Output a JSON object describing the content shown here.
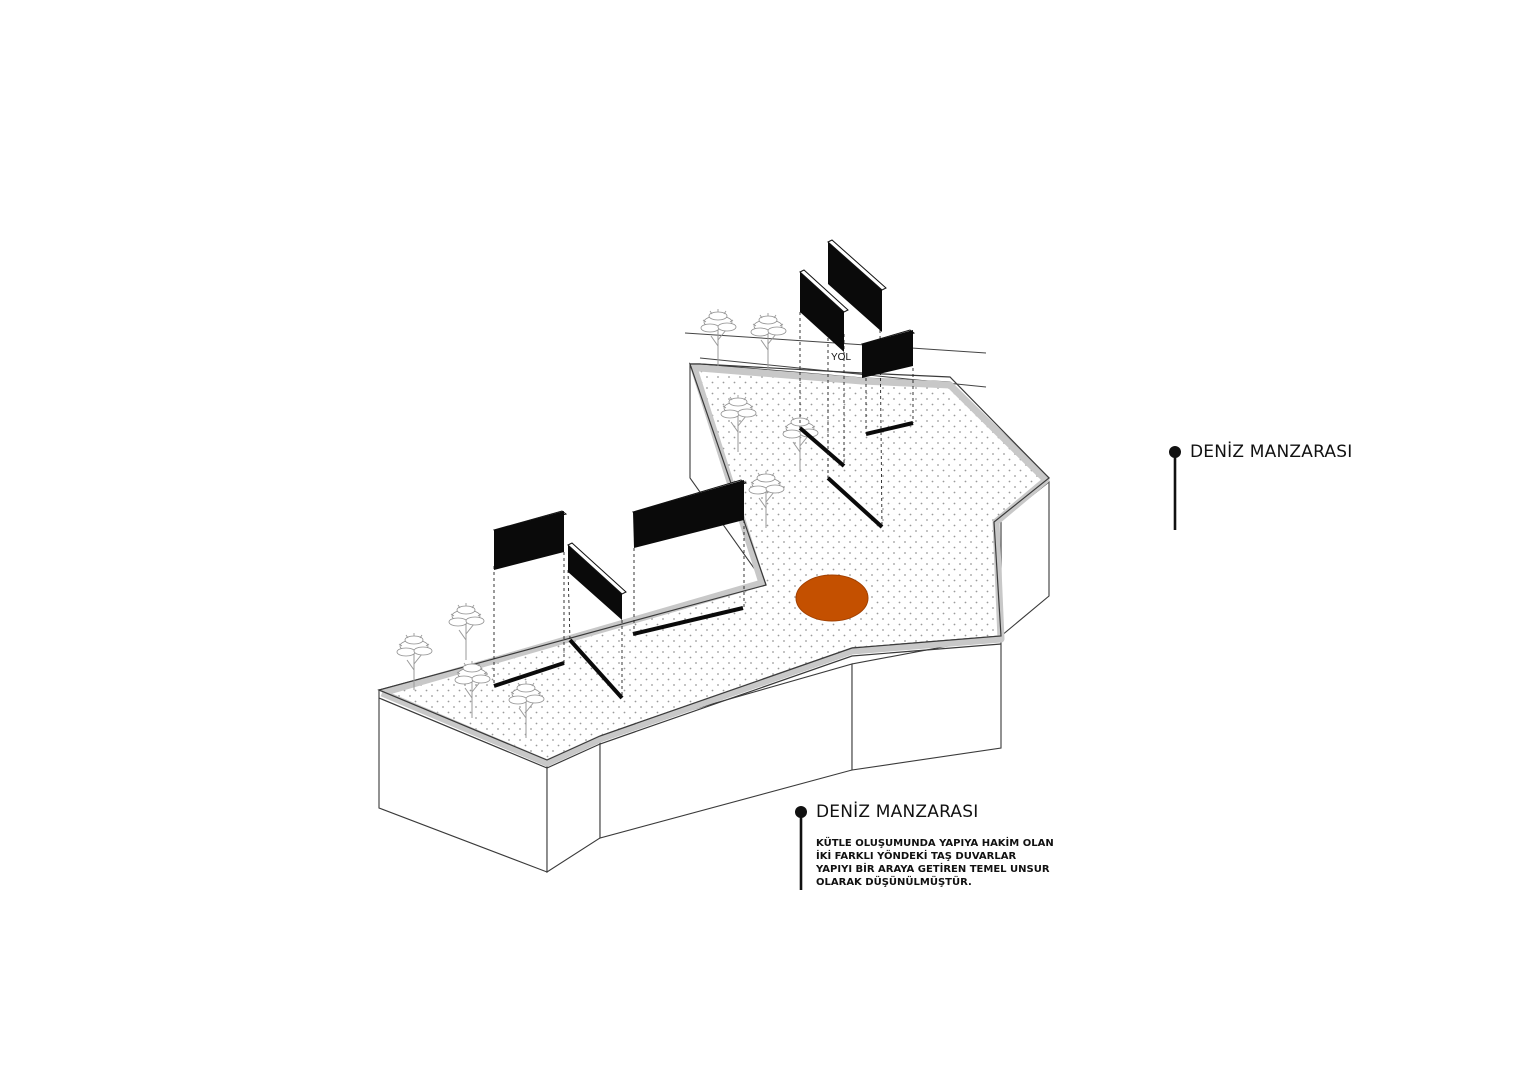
{
  "labels": {
    "view_right": "DENİZ MANZARASI",
    "view_bottom": "DENİZ MANZARASI",
    "road": "YOL"
  },
  "description": {
    "lines": [
      "KÜTLE OLUŞUMUNDA YAPIYA HAKİM OLAN",
      "İKİ FARKLI YÖNDEKİ TAŞ DUVARLAR",
      "YAPIYI BİR ARAYA GETİREN TEMEL UNSUR",
      "OLARAK DÜŞÜNÜLMÜŞTÜR."
    ]
  },
  "colors": {
    "accent": "#c45000",
    "wall_panel": "#0a0a0a",
    "dot_pattern": "#9a9a9a",
    "tree_stroke": "#9a9a9a"
  }
}
